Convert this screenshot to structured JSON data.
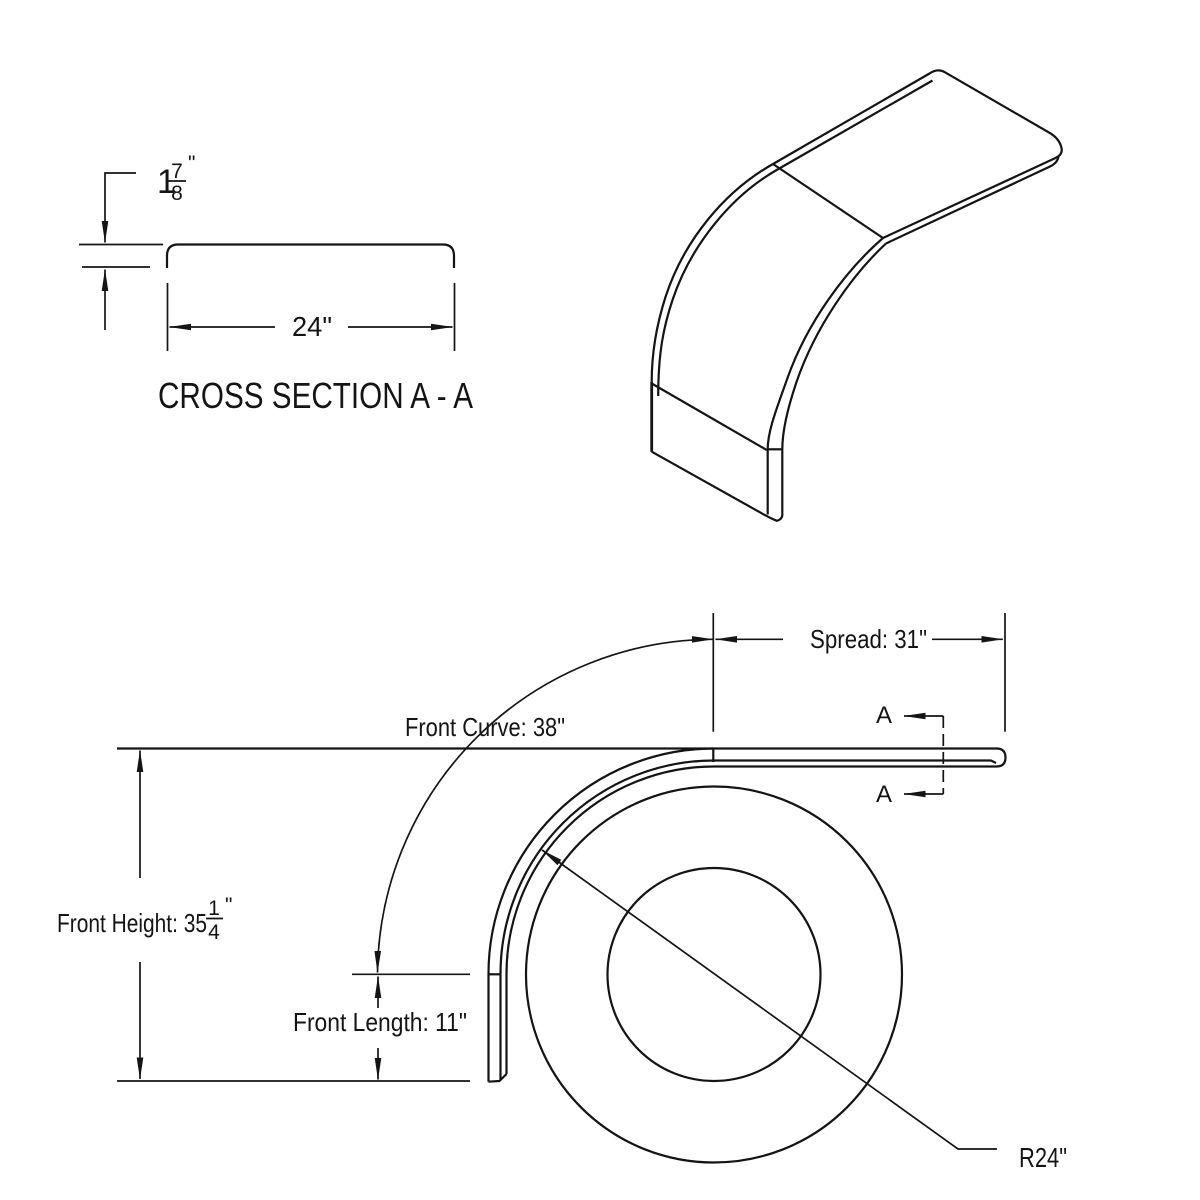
{
  "document": {
    "background": "#ffffff",
    "line_color": "#141414"
  },
  "cross_section_view": {
    "title": "CROSS SECTION A - A",
    "lip_height": {
      "whole": "1",
      "numerator": "7",
      "denominator": "8",
      "unit": "\""
    },
    "width_label": "24\""
  },
  "side_view": {
    "spread_label": "Spread: 31\"",
    "front_curve_label": "Front Curve: 38\"",
    "front_height": {
      "prefix": "Front Height: 35",
      "numerator": "1",
      "denominator": "4",
      "unit": "\""
    },
    "front_length_label": "Front Length: 11\"",
    "radius_label": "R24\"",
    "section_marker_top": "A",
    "section_marker_bottom": "A"
  },
  "dimensions": {
    "cross_section_width_in": "24",
    "lip_height_in": "1 7/8",
    "spread_in": "31",
    "front_curve_in": "38",
    "front_height_in": "35 1/4",
    "front_length_in": "11",
    "wheel_arch_radius_in": "24"
  }
}
